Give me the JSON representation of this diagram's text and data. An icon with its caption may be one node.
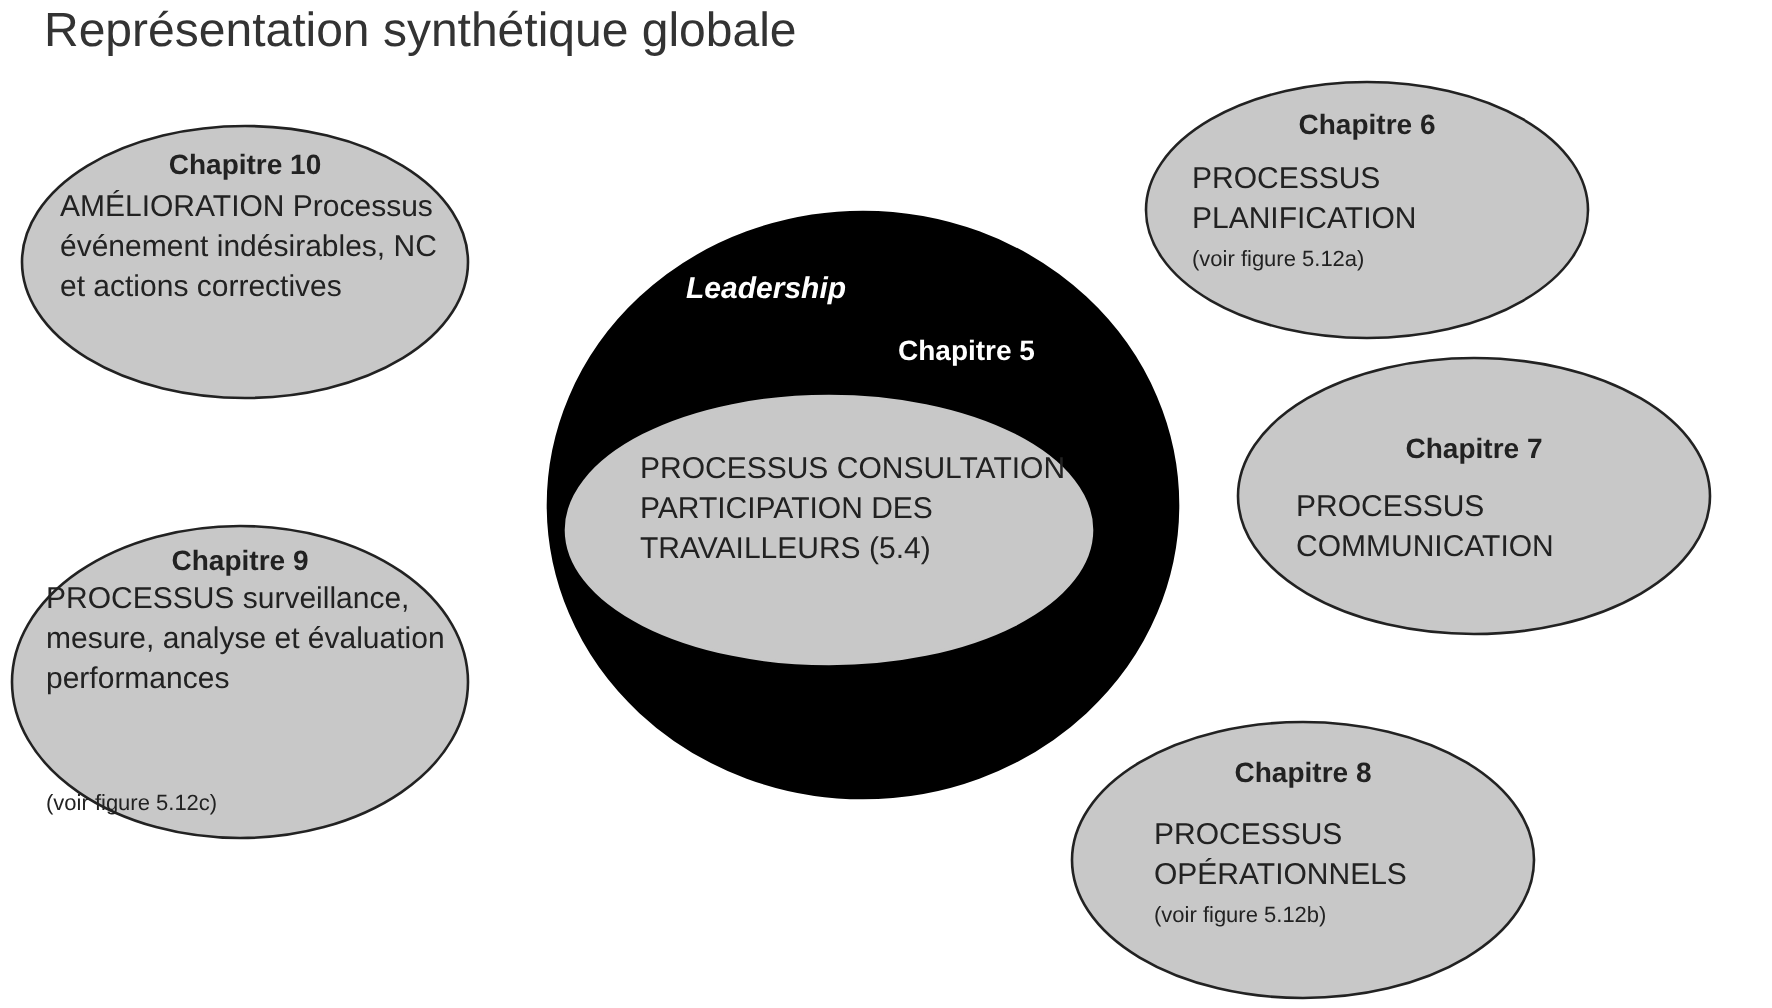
{
  "diagram": {
    "title": "Représentation synthétique globale",
    "nodes": [
      {
        "text": [
          "Chapitre 6",
          "PROCESSUS PLANIFICATION",
          "(voir figure 5.12a)"
        ]
      },
      {
        "text": [
          "Chapitre 10",
          "AMÉLIORATION Processus événement indésirables, NC et actions correctives"
        ]
      },
      {
        "text": [
          "Leadership",
          "Chapitre 5"
        ]
      },
      {
        "text": [
          "PROCESSUS CONSULTATION PARTICIPATION DES TRAVAILLEURS (5.4)"
        ],
        "in": 2
      },
      {
        "text": [
          "Chapitre 7",
          "PROCESSUS COMMUNICATION"
        ]
      },
      {
        "text": [
          "Chapitre 9",
          "PROCESSUS surveillance, mesure, analyse et évaluation performances",
          "(voir figure 5.12c)"
        ]
      },
      {
        "text": [
          "Chapitre 8",
          "PROCESSUS OPÉRATIONNELS",
          "(voir figure 5.12b)"
        ]
      }
    ]
  }
}
